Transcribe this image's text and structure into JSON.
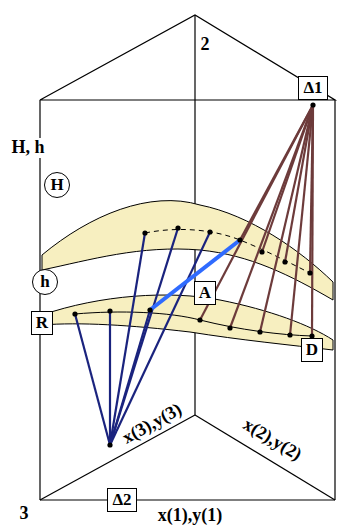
{
  "diagram": {
    "nodes": [
      {
        "text": [
          "Δ1"
        ]
      },
      {
        "text": [
          "H"
        ]
      },
      {
        "text": [
          "A"
        ]
      },
      {
        "text": [
          "h"
        ]
      },
      {
        "text": [
          "R"
        ]
      },
      {
        "text": [
          "D"
        ]
      },
      {
        "text": [
          "Δ2"
        ]
      }
    ],
    "labels": [
      "2",
      "H, h",
      "x(3),y(3)",
      "x(2),y(2)",
      "3",
      "x(1),y(1)"
    ]
  }
}
